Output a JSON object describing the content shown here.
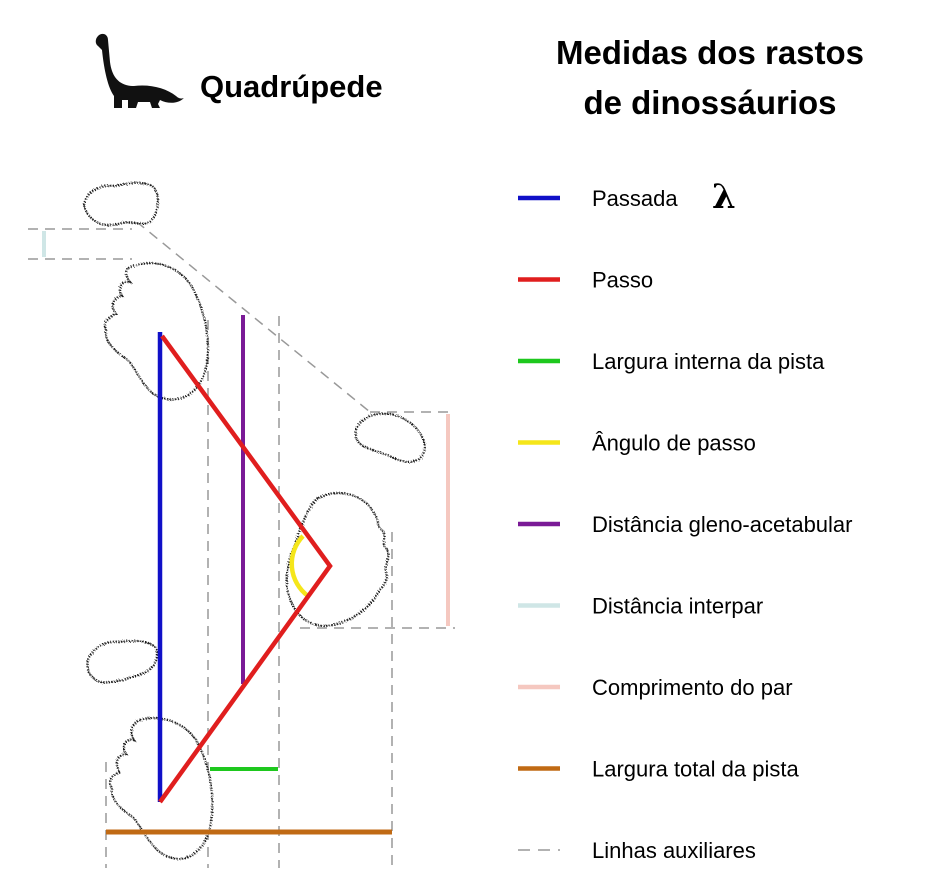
{
  "header": {
    "mode_label": "Quadrúpede",
    "title_line_1": "Medidas dos rastos",
    "title_line_2": "de dinossáurios"
  },
  "legend": {
    "items": [
      {
        "id": "passada",
        "label": "Passada",
        "symbol": "λ",
        "color": "#1010c8",
        "style": "solid"
      },
      {
        "id": "passo",
        "label": "Passo",
        "color": "#e01e1e",
        "style": "solid"
      },
      {
        "id": "largura-interna",
        "label": "Largura interna da pista",
        "color": "#1ec81e",
        "style": "solid"
      },
      {
        "id": "angulo-passo",
        "label": "Ângulo de passo",
        "color": "#f5e61a",
        "style": "solid"
      },
      {
        "id": "distancia-gleno",
        "label": "Distância gleno-acetabular",
        "color": "#7a1a96",
        "style": "solid"
      },
      {
        "id": "distancia-interpar",
        "label": "Distância interpar",
        "color": "#cfe6e6",
        "style": "solid"
      },
      {
        "id": "comprimento-par",
        "label": "Comprimento do par",
        "color": "#f5c8c0",
        "style": "solid"
      },
      {
        "id": "largura-total",
        "label": "Largura total da pista",
        "color": "#c06a14",
        "style": "solid"
      },
      {
        "id": "linhas-auxiliares",
        "label": "Linhas auxiliares",
        "color": "#999999",
        "style": "dashed"
      }
    ]
  },
  "icons": {
    "dinosaur": "sauropod-icon",
    "footprint": "footprint-icon"
  }
}
